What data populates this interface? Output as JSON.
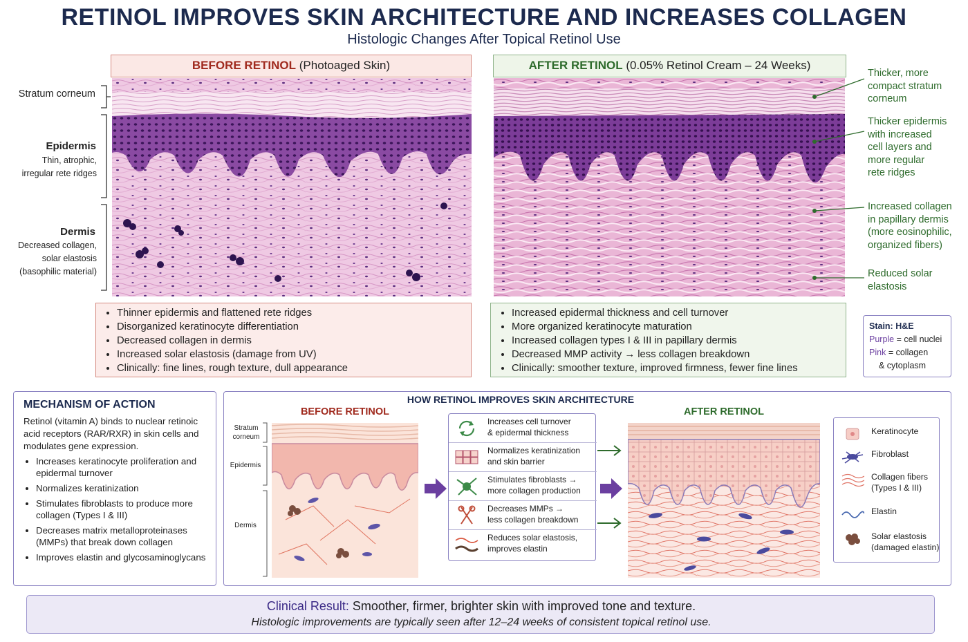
{
  "title": "RETINOL IMPROVES SKIN ARCHITECTURE AND INCREASES COLLAGEN",
  "subtitle": "Histologic Changes After Topical Retinol Use",
  "before_header": {
    "bold": "BEFORE RETINOL",
    "rest": "(Photoaged Skin)"
  },
  "after_header": {
    "bold": "AFTER RETINOL",
    "rest": "(0.05% Retinol Cream – 24 Weeks)"
  },
  "left_labels": {
    "stratum": "Stratum corneum",
    "epidermis_title": "Epidermis",
    "epidermis_desc": [
      "Thin, atrophic,",
      "irregular rete ridges"
    ],
    "dermis_title": "Dermis",
    "dermis_desc": [
      "Decreased collagen,",
      "solar elastosis",
      "(basophilic material)"
    ]
  },
  "right_notes": [
    [
      "Thicker, more",
      "compact stratum",
      "corneum"
    ],
    [
      "Thicker epidermis",
      "with increased",
      "cell layers and",
      "more regular",
      "rete ridges"
    ],
    [
      "Increased collagen",
      "in papillary dermis",
      "(more eosinophilic,",
      "organized fibers)"
    ],
    [
      "Reduced solar",
      "elastosis"
    ]
  ],
  "before_bullets": [
    "Thinner epidermis and flattened rete ridges",
    "Disorganized keratinocyte differentiation",
    "Decreased collagen in dermis",
    "Increased solar elastosis (damage from UV)",
    "Clinically: fine lines, rough texture, dull appearance"
  ],
  "after_bullets": [
    "Increased epidermal thickness and cell turnover",
    "More organized keratinocyte maturation",
    "Increased collagen types I & III in papillary dermis",
    "Decreased MMP activity → less collagen breakdown",
    "Clinically: smoother texture, improved firmness, fewer fine lines"
  ],
  "stain": {
    "title": "Stain: H&E",
    "purple_key": "Purple",
    "purple_val": "= cell nuclei",
    "pink_key": "Pink",
    "pink_val": "= collagen",
    "pink_val2": "& cytoplasm"
  },
  "mechanism": {
    "title": "MECHANISM OF ACTION",
    "intro": "Retinol (vitamin A) binds to nuclear retinoic acid receptors (RAR/RXR) in skin cells and modulates gene expression.",
    "items": [
      "Increases keratinocyte proliferation and epidermal turnover",
      "Normalizes keratinization",
      "Stimulates fibroblasts to produce more collagen (Types I & III)",
      "Decreases matrix metalloproteinases (MMPs) that break down collagen",
      "Improves elastin and glycosaminoglycans"
    ]
  },
  "how": {
    "title": "HOW RETINOL IMPROVES SKIN ARCHITECTURE",
    "before_label": "BEFORE RETINOL",
    "after_label": "AFTER RETINOL",
    "layer_labels": [
      "Stratum corneum",
      "Epidermis",
      "Dermis"
    ],
    "steps": [
      [
        "Increases cell turnover",
        "& epidermal thickness"
      ],
      [
        "Normalizes keratinization",
        "and skin barrier"
      ],
      [
        "Stimulates fibroblasts →",
        "more collagen production"
      ],
      [
        "Decreases MMPs →",
        "less collagen breakdown"
      ],
      [
        "Reduces solar elastosis,",
        "improves elastin"
      ]
    ],
    "legend": [
      [
        "Keratinocyte"
      ],
      [
        "Fibroblast"
      ],
      [
        "Collagen fibers",
        "(Types I & III)"
      ],
      [
        "Elastin"
      ],
      [
        "Solar elastosis",
        "(damaged elastin)"
      ]
    ]
  },
  "result": {
    "bold": "Clinical Result:",
    "text": "Smoother, firmer, brighter skin with improved tone and texture.",
    "note": "Histologic improvements are typically seen after 12–24 weeks of consistent topical retinol use."
  },
  "colors": {
    "navy": "#1c2a4e",
    "red": "#a02a1e",
    "green": "#2e6b2c",
    "purple": "#6b3fa0",
    "pink": "#e9a7c9",
    "hematoxylin": "#4a2070"
  }
}
